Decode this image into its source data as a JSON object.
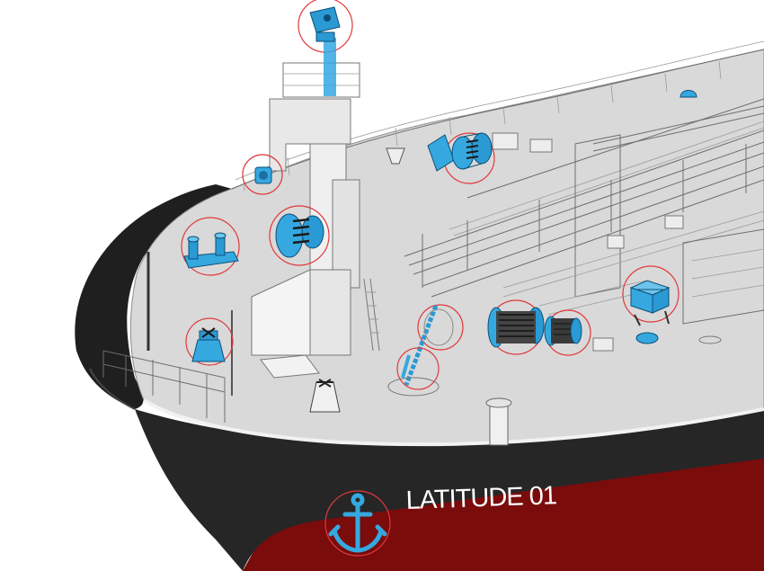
{
  "hull": {
    "name": "LATITUDE 01"
  },
  "colors": {
    "deck": "#d9d9d9",
    "hull_black": "#222222",
    "hull_red": "#7a0c0c",
    "equipment_blue": "#35a8e0",
    "hotspot_ring": "#e0393c"
  },
  "hotspots": [
    {
      "id": "mast-light",
      "icon": "mast-light-icon"
    },
    {
      "id": "small-winch-port",
      "icon": "winch-icon"
    },
    {
      "id": "mooring-winch-starboard",
      "icon": "mooring-winch-icon"
    },
    {
      "id": "bollard",
      "icon": "bollard-icon"
    },
    {
      "id": "mooring-winch-port",
      "icon": "mooring-winch-icon"
    },
    {
      "id": "fairlead",
      "icon": "fairlead-icon"
    },
    {
      "id": "anchor-chain",
      "icon": "anchor-chain-icon"
    },
    {
      "id": "hawse-pipe",
      "icon": "hawse-pipe-icon"
    },
    {
      "id": "windlass",
      "icon": "windlass-icon"
    },
    {
      "id": "capstan",
      "icon": "capstan-icon"
    },
    {
      "id": "deck-box",
      "icon": "deck-box-icon"
    },
    {
      "id": "anchor",
      "icon": "anchor-icon"
    }
  ]
}
